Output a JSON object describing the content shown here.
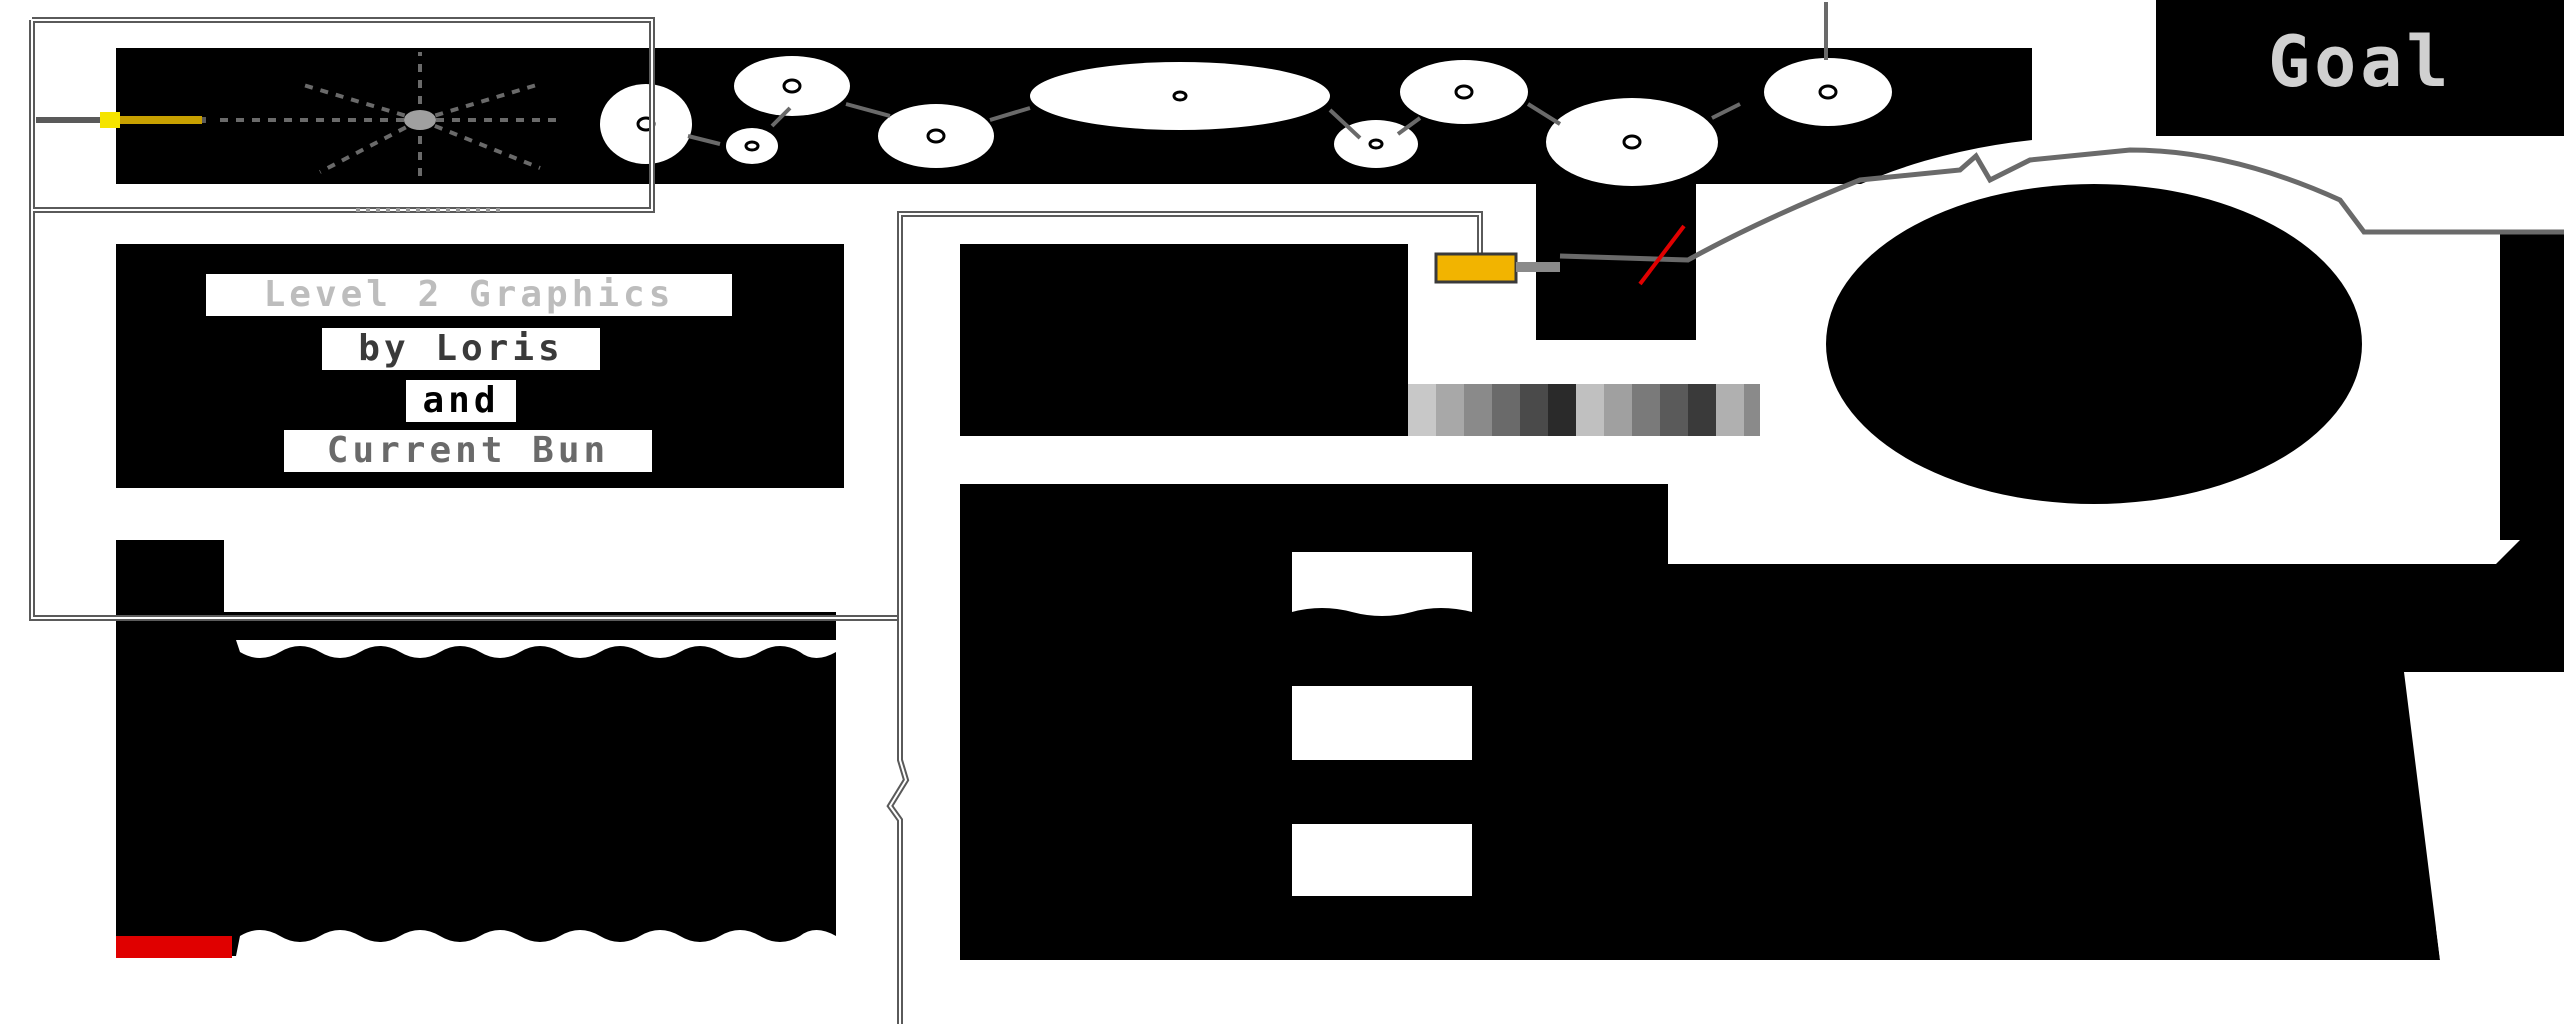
{
  "goal_label": "Goal",
  "credits": {
    "line1": "Level 2 Graphics",
    "line2": "by Loris",
    "line3": "and",
    "line4": "Current Bun"
  },
  "colors": {
    "background": "#ffffff",
    "wall": "#000000",
    "wire": "#5a5a5a",
    "hazard": "#e00000",
    "player_accent": "#f2b400",
    "spark": "#f5e400",
    "credit_gray": "#bdbdbd",
    "credit_dark": "#6a6a6a"
  },
  "icons": {
    "player": "battery-player-icon",
    "spawn": "spark-spawner-icon",
    "hazard": "red-hazard-icon",
    "cog": "gear-disc-icon",
    "wire": "cable-icon"
  }
}
